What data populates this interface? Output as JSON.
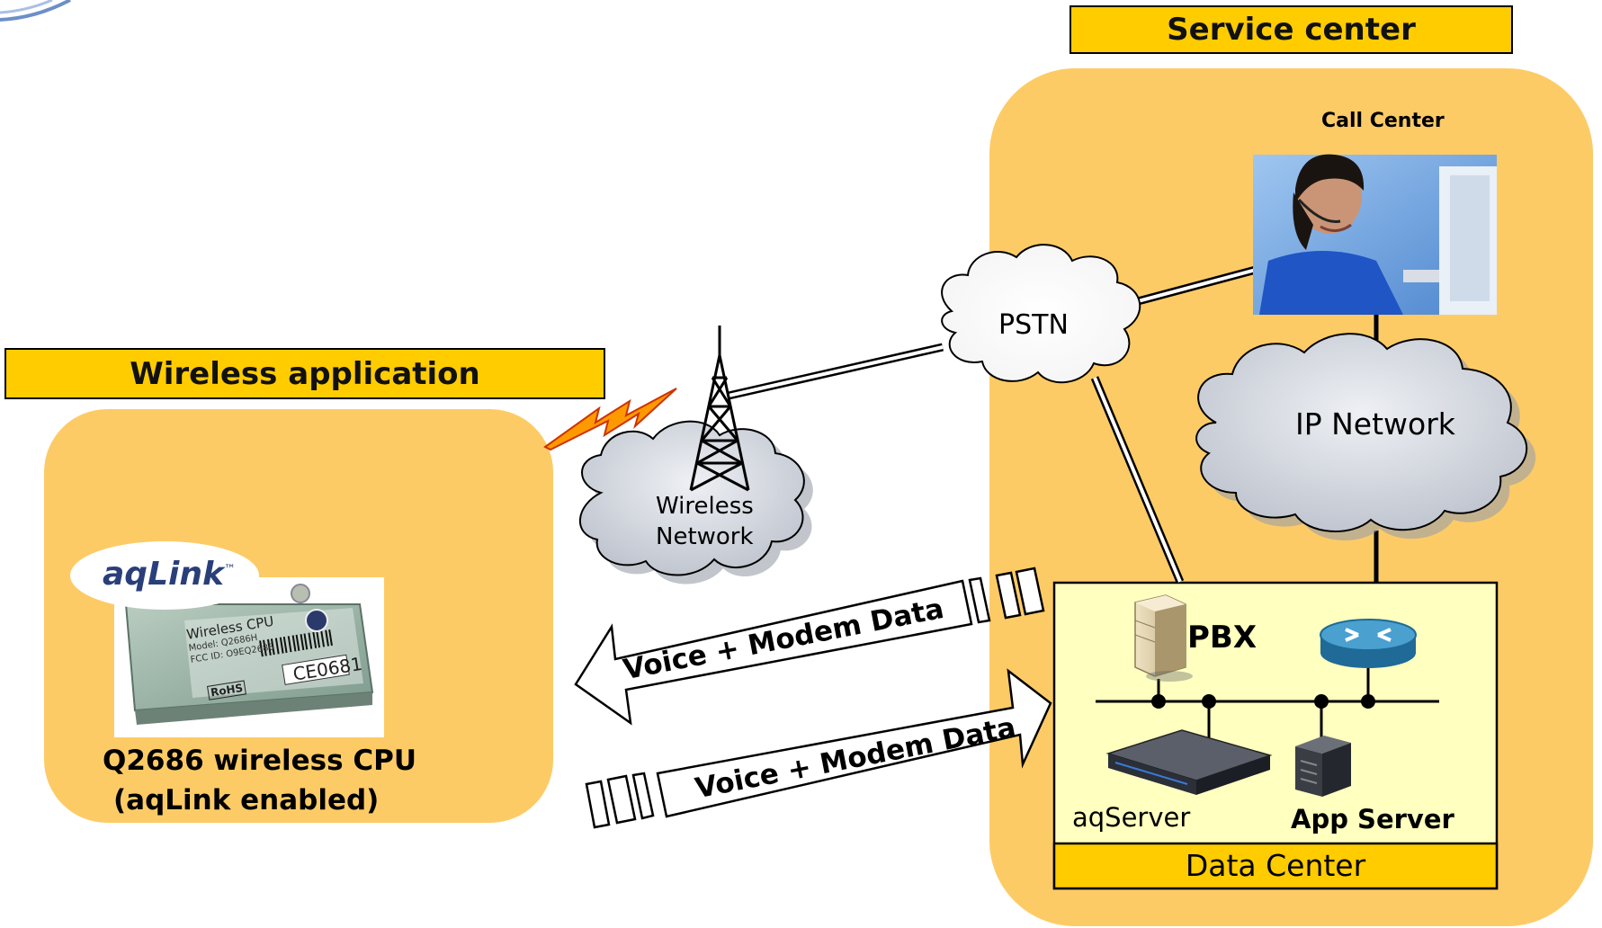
{
  "service_center": {
    "title": "Service center"
  },
  "wireless_app": {
    "title": "Wireless application"
  },
  "call_center": {
    "label": "Call Center"
  },
  "pstn": {
    "label": "PSTN"
  },
  "ip_network": {
    "label": "IP Network"
  },
  "wireless_network": {
    "line1": "Wireless",
    "line2": "Network"
  },
  "device": {
    "brand": "aqLink",
    "trademark": "™",
    "chip_lines": [
      "Wireless CPU",
      "Model: Q2686H",
      "FCC ID: O9EQ2686",
      "RoHS",
      "CE0681"
    ],
    "caption_line1": "Q2686 wireless CPU",
    "caption_line2": "(aqLink enabled)"
  },
  "arrows": {
    "incoming": "Voice + Modem Data",
    "outgoing": "Voice + Modem Data"
  },
  "data_center": {
    "title": "Data Center",
    "pbx": "PBX",
    "aqserver": "aqServer",
    "app_server": "App Server"
  },
  "colors": {
    "panel": "#fdcb66",
    "title_bar": "#ffcc00",
    "data_center_fill": "#ffffc0",
    "cloud": "#c8ccd4",
    "bolt": "#ff9900"
  }
}
